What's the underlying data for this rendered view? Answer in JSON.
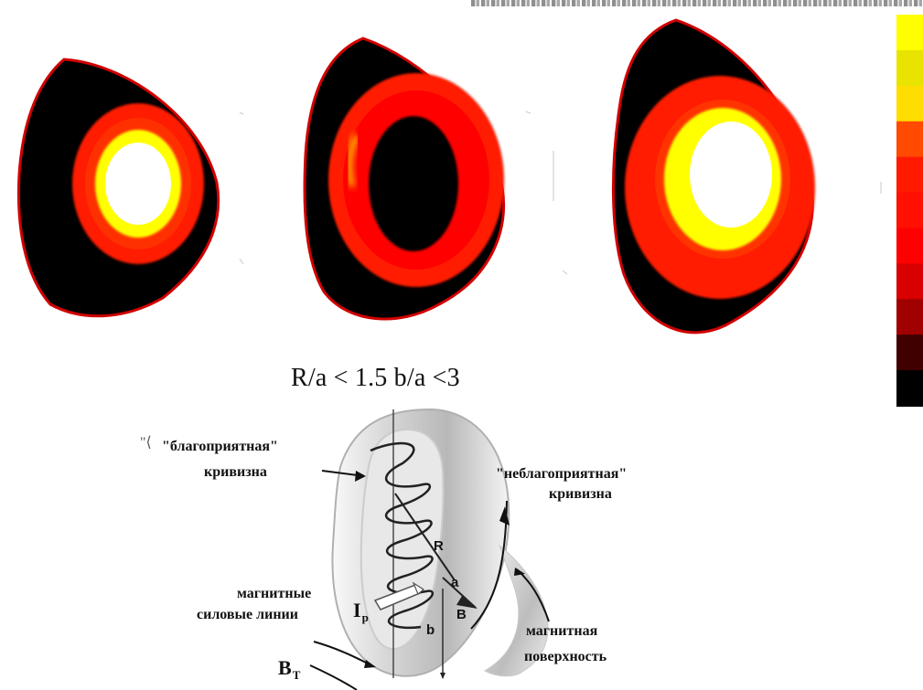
{
  "formula": "R/a < 1.5  b/a <3",
  "labels": {
    "marker": "\"⟨",
    "favorable_line1": "\"благоприятная\"",
    "favorable_line2": "кривизна",
    "unfavorable_line1": "\"неблагоприятная\"",
    "unfavorable_line2": "кривизна",
    "field_lines_line1": "магнитные",
    "field_lines_line2": "силовые линии",
    "surface_line1": "магнитная",
    "surface_line2": "поверхность"
  },
  "symbols": {
    "R": "R",
    "a": "a",
    "b": "b",
    "B": "B",
    "Ip_main": "I",
    "Ip_sub": "p",
    "BT_main": "B",
    "BT_sub": "T"
  },
  "colors": {
    "black": "#000000",
    "red": "#ff1a00",
    "dark_red": "#b00000",
    "orange": "#ff4a00",
    "yellow": "#ffff00",
    "white": "#ffffff",
    "gray": "#aaaaaa"
  },
  "colorbar": [
    "#ffff00",
    "#e8e400",
    "#ffdd00",
    "#ff4a00",
    "#ff1a00",
    "#ff1000",
    "#ff0000",
    "#d80000",
    "#a00000",
    "#400000",
    "#000000"
  ]
}
